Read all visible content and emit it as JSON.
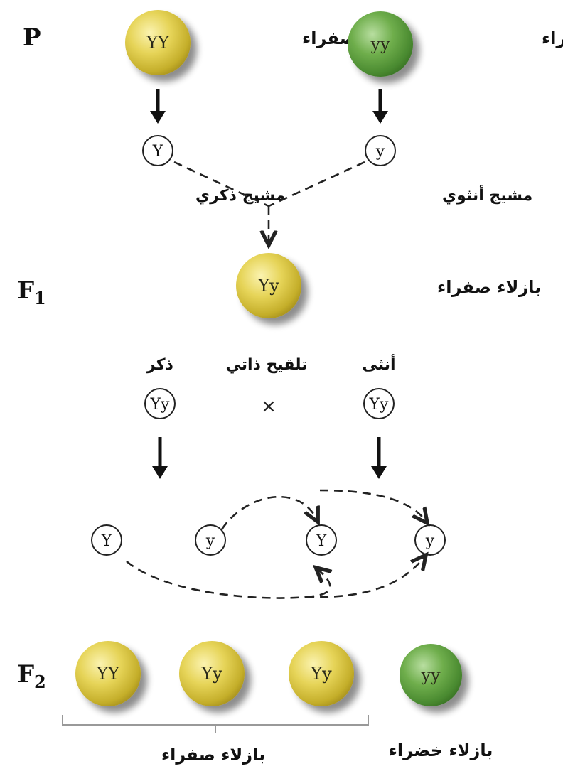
{
  "generations": {
    "p": "P",
    "f1": "F",
    "f1_sub": "1",
    "f2": "F",
    "f2_sub": "2"
  },
  "p_row": {
    "yellow_pea": {
      "genotype": "YY",
      "label": "بازلاء صفراء",
      "color": "#d4c23a"
    },
    "green_pea": {
      "genotype": "yy",
      "label": "بازلاء خضراء",
      "color": "#5c9c3a"
    }
  },
  "gametes_p": {
    "male": {
      "allele": "Y",
      "label": "مشيج ذكري"
    },
    "female": {
      "allele": "y",
      "label": "مشيج أنثوي"
    }
  },
  "f1_row": {
    "pea": {
      "genotype": "Yy",
      "label": "بازلاء صفراء"
    }
  },
  "selfing": {
    "male_label": "ذكر",
    "male_genotype": "Yy",
    "cross_label": "تلقيح ذاتي",
    "cross_symbol": "×",
    "female_label": "أنثى",
    "female_genotype": "Yy"
  },
  "gametes_f1": [
    "Y",
    "y",
    "Y",
    "y"
  ],
  "f2_row": {
    "peas": [
      {
        "genotype": "YY",
        "color": "yellow"
      },
      {
        "genotype": "Yy",
        "color": "yellow"
      },
      {
        "genotype": "Yy",
        "color": "yellow"
      },
      {
        "genotype": "yy",
        "color": "green"
      }
    ],
    "yellow_label": "بازلاء صفراء",
    "green_label": "بازلاء خضراء"
  },
  "colors": {
    "yellow_pea": "#d8c53c",
    "green_pea": "#5f9f3c"
  }
}
